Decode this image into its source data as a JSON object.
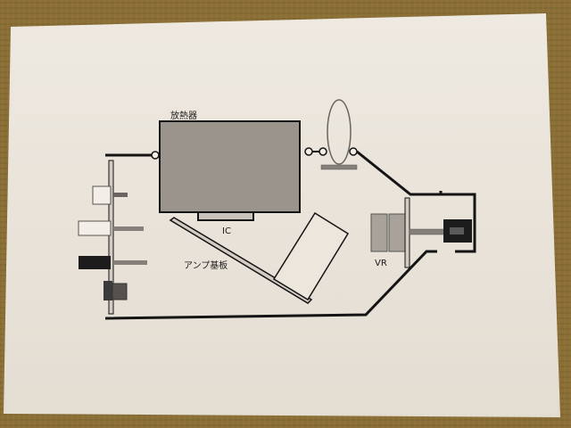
{
  "diagram": {
    "labels": {
      "heatsink": "放熱器",
      "ic": "IC",
      "amp_board": "アンプ基板",
      "vr": "VR"
    },
    "colors": {
      "tatami": "#8a6f36",
      "paper": "#ece6dd",
      "heatsink_fill": "#9a948c",
      "line": "#141414",
      "panel": "#d2ccc4",
      "dark_part": "#1c1c1c",
      "gray_part": "#85807a"
    },
    "icons": [
      "terminal-circle-icon",
      "ferrite-core-icon"
    ]
  }
}
